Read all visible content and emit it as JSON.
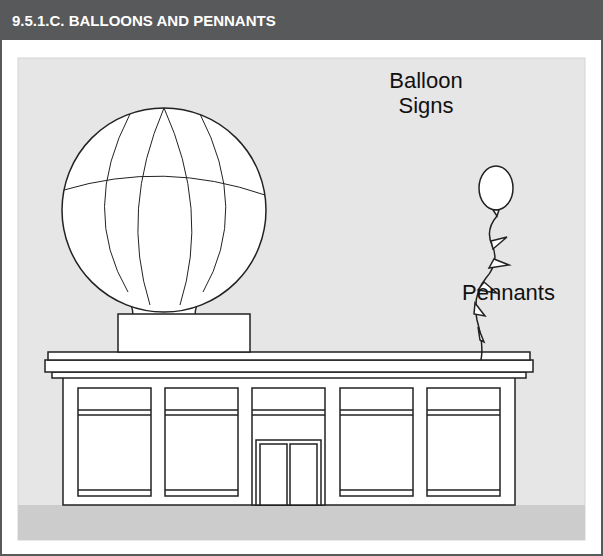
{
  "diagram": {
    "title": "9.5.1.C. BALLOONS AND PENNANTS",
    "labels": [
      "Balloon Signs",
      "Pennants"
    ]
  }
}
